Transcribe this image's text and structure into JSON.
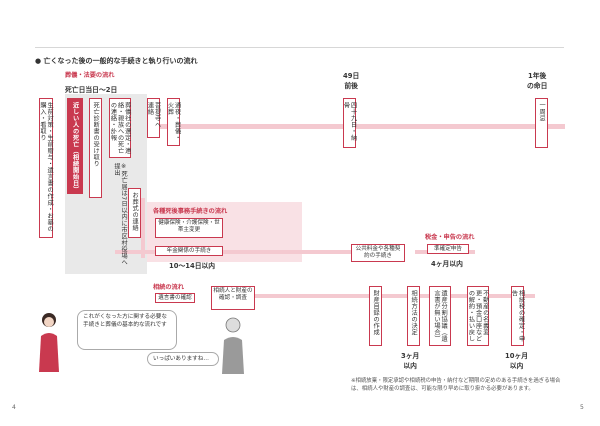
{
  "heading": "亡くなった後の一般的な手続きと執り行いの流れ",
  "sections": {
    "funeral": "葬儀・法要の流れ",
    "post_death": "各種死後事務手続きの流れ",
    "tax": "税金・申告の流れ",
    "inheritance": "相続の流れ"
  },
  "timeline": {
    "day0": "死亡日当日〜2日",
    "day49": "49日\n前後",
    "year1": "1年後\nの命日",
    "days10_14": "10〜14日以内",
    "months4": "4ヶ月以内",
    "months3": "3ヶ月\n以内",
    "months10": "10ヶ月\n以内"
  },
  "boxes": {
    "left_col": "生前対策・生前贈与・遺言書の作成・お墓の購入・看取り",
    "death": "近しい人の死亡（相続開始日）",
    "cert": "死亡診断書の受け取り",
    "family_contact": "葬儀社の選定・連絡・親族への死亡の連絡・訃報",
    "notice": "※死亡届は7日以内に市区村役場へ提出",
    "bodhi": "菩提寺へ連絡",
    "wake": "通夜・葬儀・火葬",
    "nanoka": "四十九日・納骨",
    "isshuki": "一周忌",
    "pension_stop": "年金関係の手続き",
    "insurance": "健康保険・介護保険・世帯主変更",
    "misc": "公共料金や各種契約の手続き",
    "quasi_return": "準確定申告",
    "will_check": "遺言書の確認",
    "heirs": "相続人と財産の確認・調査",
    "list": "財産目録の作成",
    "method": "相続方法の決定",
    "division": "遺産分割協議（遺言書が無い場合）",
    "register": "不動産の名義変更・預金口座などの解約・払い戻し",
    "tax_return": "相続税の確定・申告",
    "funeral_contact": "お葬式の連絡"
  },
  "bubbles": {
    "woman": "これがくなった方に関する必要な手続きと葬儀の基本的な流れです",
    "man": "いっぱいありますね…"
  },
  "footnote": "※相続放棄・限定承認や相続税の申告・納付など期限の定めのある手続きを過ぎる場合は、相続人や財産の調査は、可能な限り早めに取り掛かる必要があります。",
  "page_left": "4",
  "page_right": "5",
  "colors": {
    "accent": "#c9394f",
    "pink": "#f4c9d0",
    "grey": "#e9e9e9"
  }
}
